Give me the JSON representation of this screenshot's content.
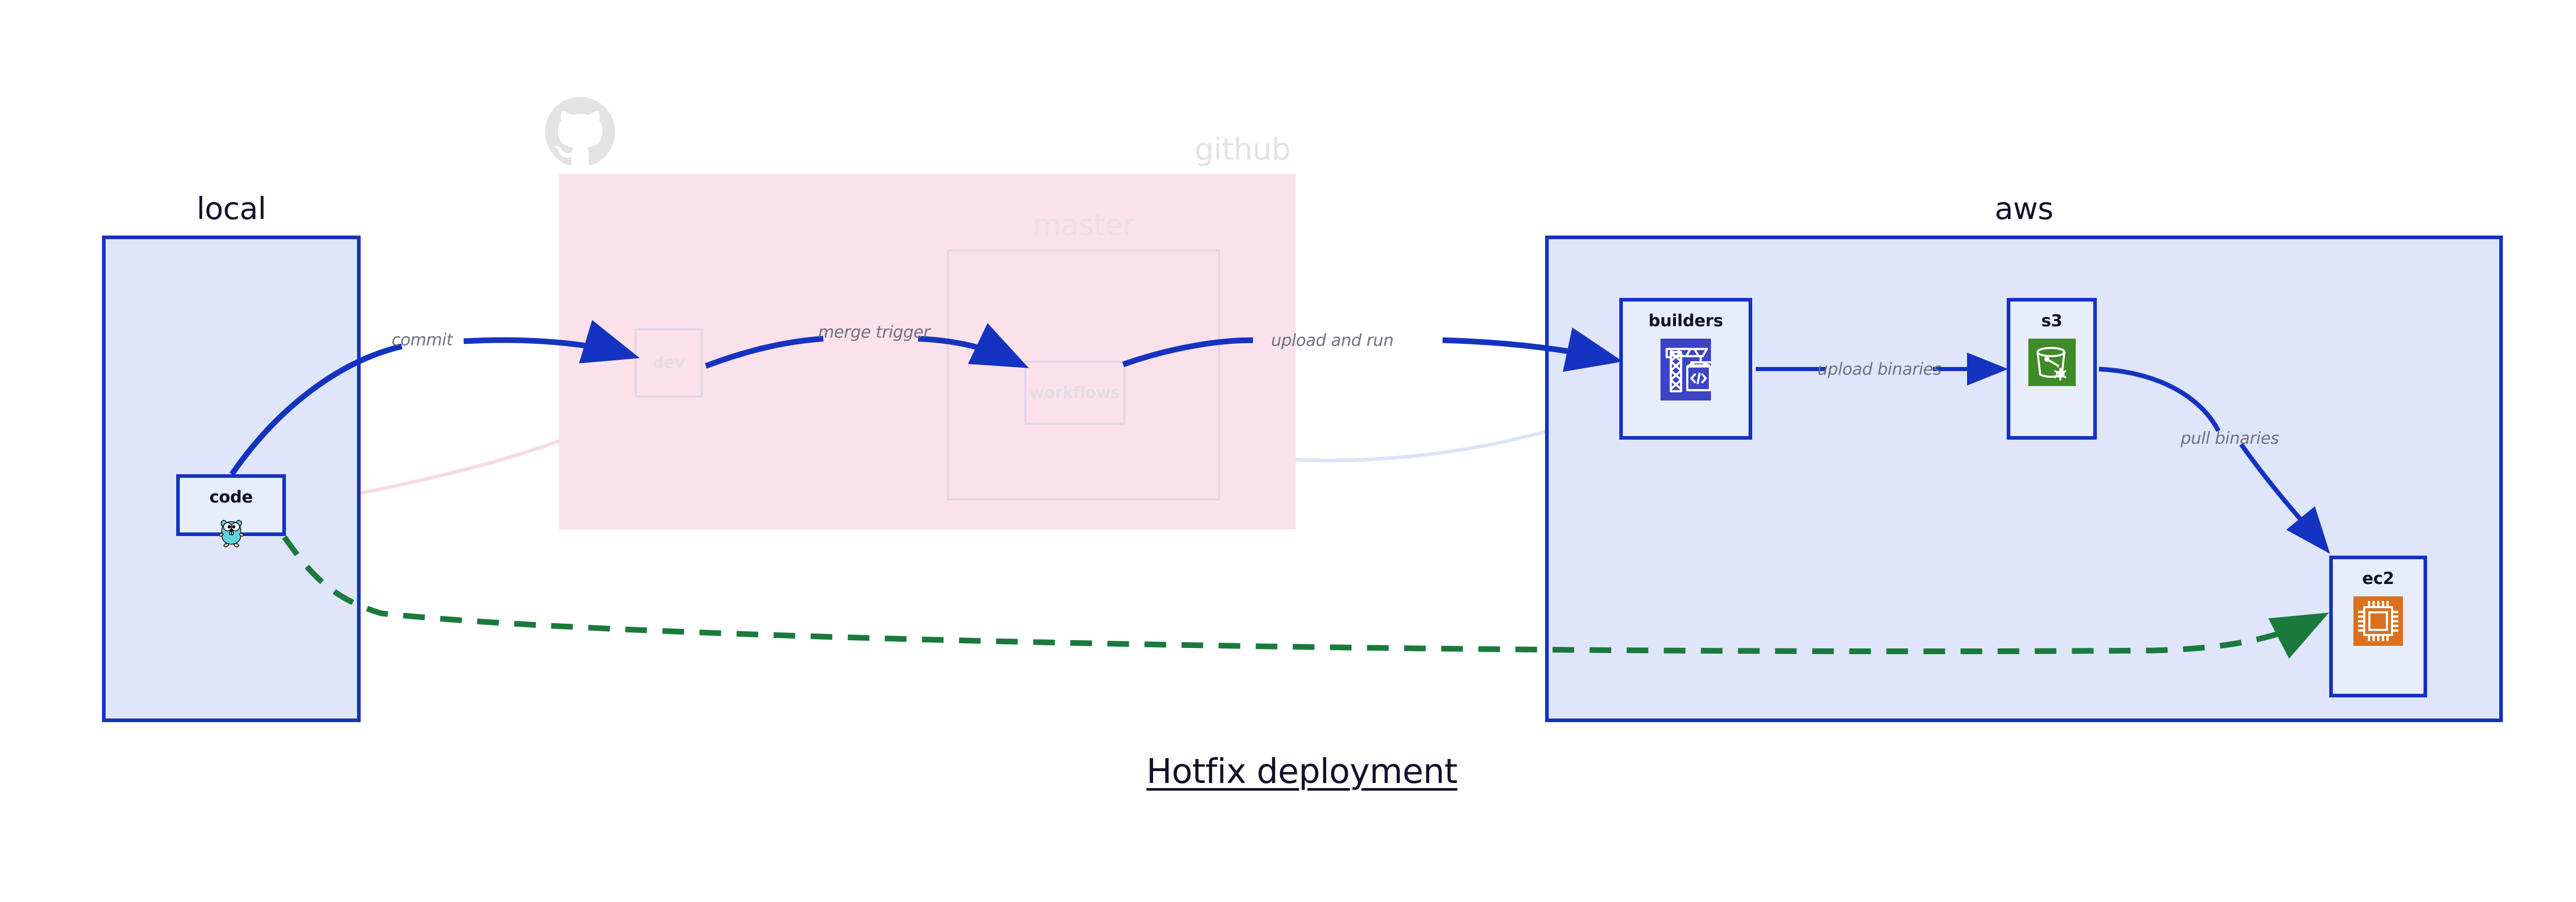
{
  "diagram": {
    "title": "Hotfix deployment",
    "background": "#ffffff",
    "accent_blue": "#1433c0",
    "group_fill_blue": "#dfe5fb",
    "group_fill_pink": "#fbe1e9",
    "node_fill": "#e8edfc",
    "label_gray": "#6f7280",
    "dashed_green": "#1a7a3c",
    "ghost_gray": "#e3dde4"
  },
  "groups": [
    {
      "id": "local",
      "label": "local"
    },
    {
      "id": "github",
      "label": "github"
    },
    {
      "id": "master",
      "label": "master"
    },
    {
      "id": "aws",
      "label": "aws"
    }
  ],
  "nodes": [
    {
      "id": "code",
      "label": "code",
      "icon": "go-gopher-icon",
      "group": "local"
    },
    {
      "id": "dev",
      "label": "dev",
      "icon": "none",
      "group": "github"
    },
    {
      "id": "workflows",
      "label": "workflows",
      "icon": "none",
      "group": "master"
    },
    {
      "id": "builders",
      "label": "builders",
      "icon": "aws-codebuild-icon",
      "group": "aws"
    },
    {
      "id": "s3",
      "label": "s3",
      "icon": "aws-s3-bucket-icon",
      "group": "aws"
    },
    {
      "id": "ec2",
      "label": "ec2",
      "icon": "aws-ec2-chip-icon",
      "group": "aws"
    }
  ],
  "edges": [
    {
      "id": "commit",
      "label": "commit",
      "from": "code",
      "to": "dev",
      "style": "solid",
      "color": "#1433c0"
    },
    {
      "id": "merge-trigger",
      "label": "merge trigger",
      "from": "dev",
      "to": "workflows",
      "style": "solid",
      "color": "#1433c0"
    },
    {
      "id": "upload-and-run",
      "label": "upload and run",
      "from": "workflows",
      "to": "builders",
      "style": "solid",
      "color": "#1433c0"
    },
    {
      "id": "upload-binaries",
      "label": "upload binaries",
      "from": "builders",
      "to": "s3",
      "style": "solid",
      "color": "#1433c0"
    },
    {
      "id": "pull-binaries",
      "label": "pull binaries",
      "from": "s3",
      "to": "ec2",
      "style": "solid",
      "color": "#1433c0"
    },
    {
      "id": "hotfix-direct",
      "label": "",
      "from": "code",
      "to": "ec2",
      "style": "dashed",
      "color": "#1a7a3c"
    }
  ],
  "logos": [
    {
      "id": "github-octocat",
      "name": "github-octocat-logo",
      "color": "#e3e3e3"
    }
  ]
}
